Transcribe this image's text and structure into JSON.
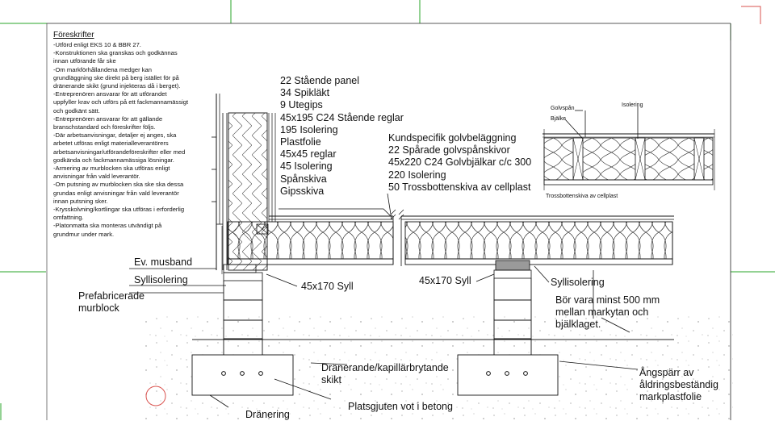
{
  "notes": {
    "heading": "Föreskrifter",
    "lines": [
      "-Utförd enligt EKS 10 & BBR 27.",
      "-Konstruktionen ska granskas och godkännas\ninnan utförande får ske",
      "-Om markförhållandena medger kan\ngrundläggning ske direkt på berg istället för på\ndränerande skikt (grund injekteras då i berget).",
      "-Entreprenören ansvarar för att utförandet\nuppfyller krav och utförs på ett fackmannamässigt\noch godkänt sätt.",
      "-Entreprenören ansvarar för att gällande\nbranschstandard och föreskrifter följs.",
      "-Där arbetsanvisningar, detaljer ej anges, ska\narbetet utföras enligt materialleverantörers\narbetsanvisningar/utförandeföreskrifter eller med\ngodkända och fackmannamässiga lösningar.",
      "-Armering av murblocken ska utföras enligt\nanvisningar från vald leverantör.",
      "-Om putsning av murblocken ska ske ska dessa\ngrundas enligt anvisningar från vald leverantör\ninnan putsning sker.",
      "-Krysskolvning/kortlingar ska utföras i erforderlig\nomfattning.",
      "-Platonmatta ska monteras utvändigt på\ngrundmur under mark."
    ]
  },
  "wall_layers": [
    "22 Stående panel",
    "34 Spikläkt",
    "9 Utegips",
    "45x195 C24 Stående reglar",
    "195 Isolering",
    "Plastfolie",
    "45x45 reglar",
    "45 Isolering",
    "Spånskiva",
    "Gipsskiva"
  ],
  "floor_layers": [
    "Kundspecifik golvbeläggning",
    "22 Spårade golvspånskivor",
    "45x220 C24 Golvbjälkar c/c 300",
    "220 Isolering",
    "50 Trossbottenskiva av cellplast"
  ],
  "detail": {
    "golvspan": "Golvspån",
    "balke": "Bjälke",
    "isolering": "Isolering",
    "trossbotten": "Trossbottenskiva av cellplast"
  },
  "labels": {
    "musband": "Ev. musband",
    "syllisolering_left": "Syllisolering",
    "prefab": "Prefabricerade\nmurblock",
    "syll_left": "45x170 Syll",
    "syll_right": "45x170 Syll",
    "syllisolering_right": "Syllisolering",
    "clearance": "Bör vara minst 500 mm\nmellan markytan och\nbjälklaget.",
    "dranerande": "Dränerande/kapillärbrytande\nskikt",
    "angsparr": "Ångspärr av\nåldringsbeständig\nmarkplastfolie",
    "dranering": "Dränering",
    "platsgjuten": "Platsgjuten vot i betong"
  },
  "colors": {
    "line": "#111111",
    "crop_mark": "#2aa52a",
    "crop_mark_red": "#d9534f",
    "circle": "#d9534f",
    "syllisolering_fill": "#9a9a9a"
  }
}
